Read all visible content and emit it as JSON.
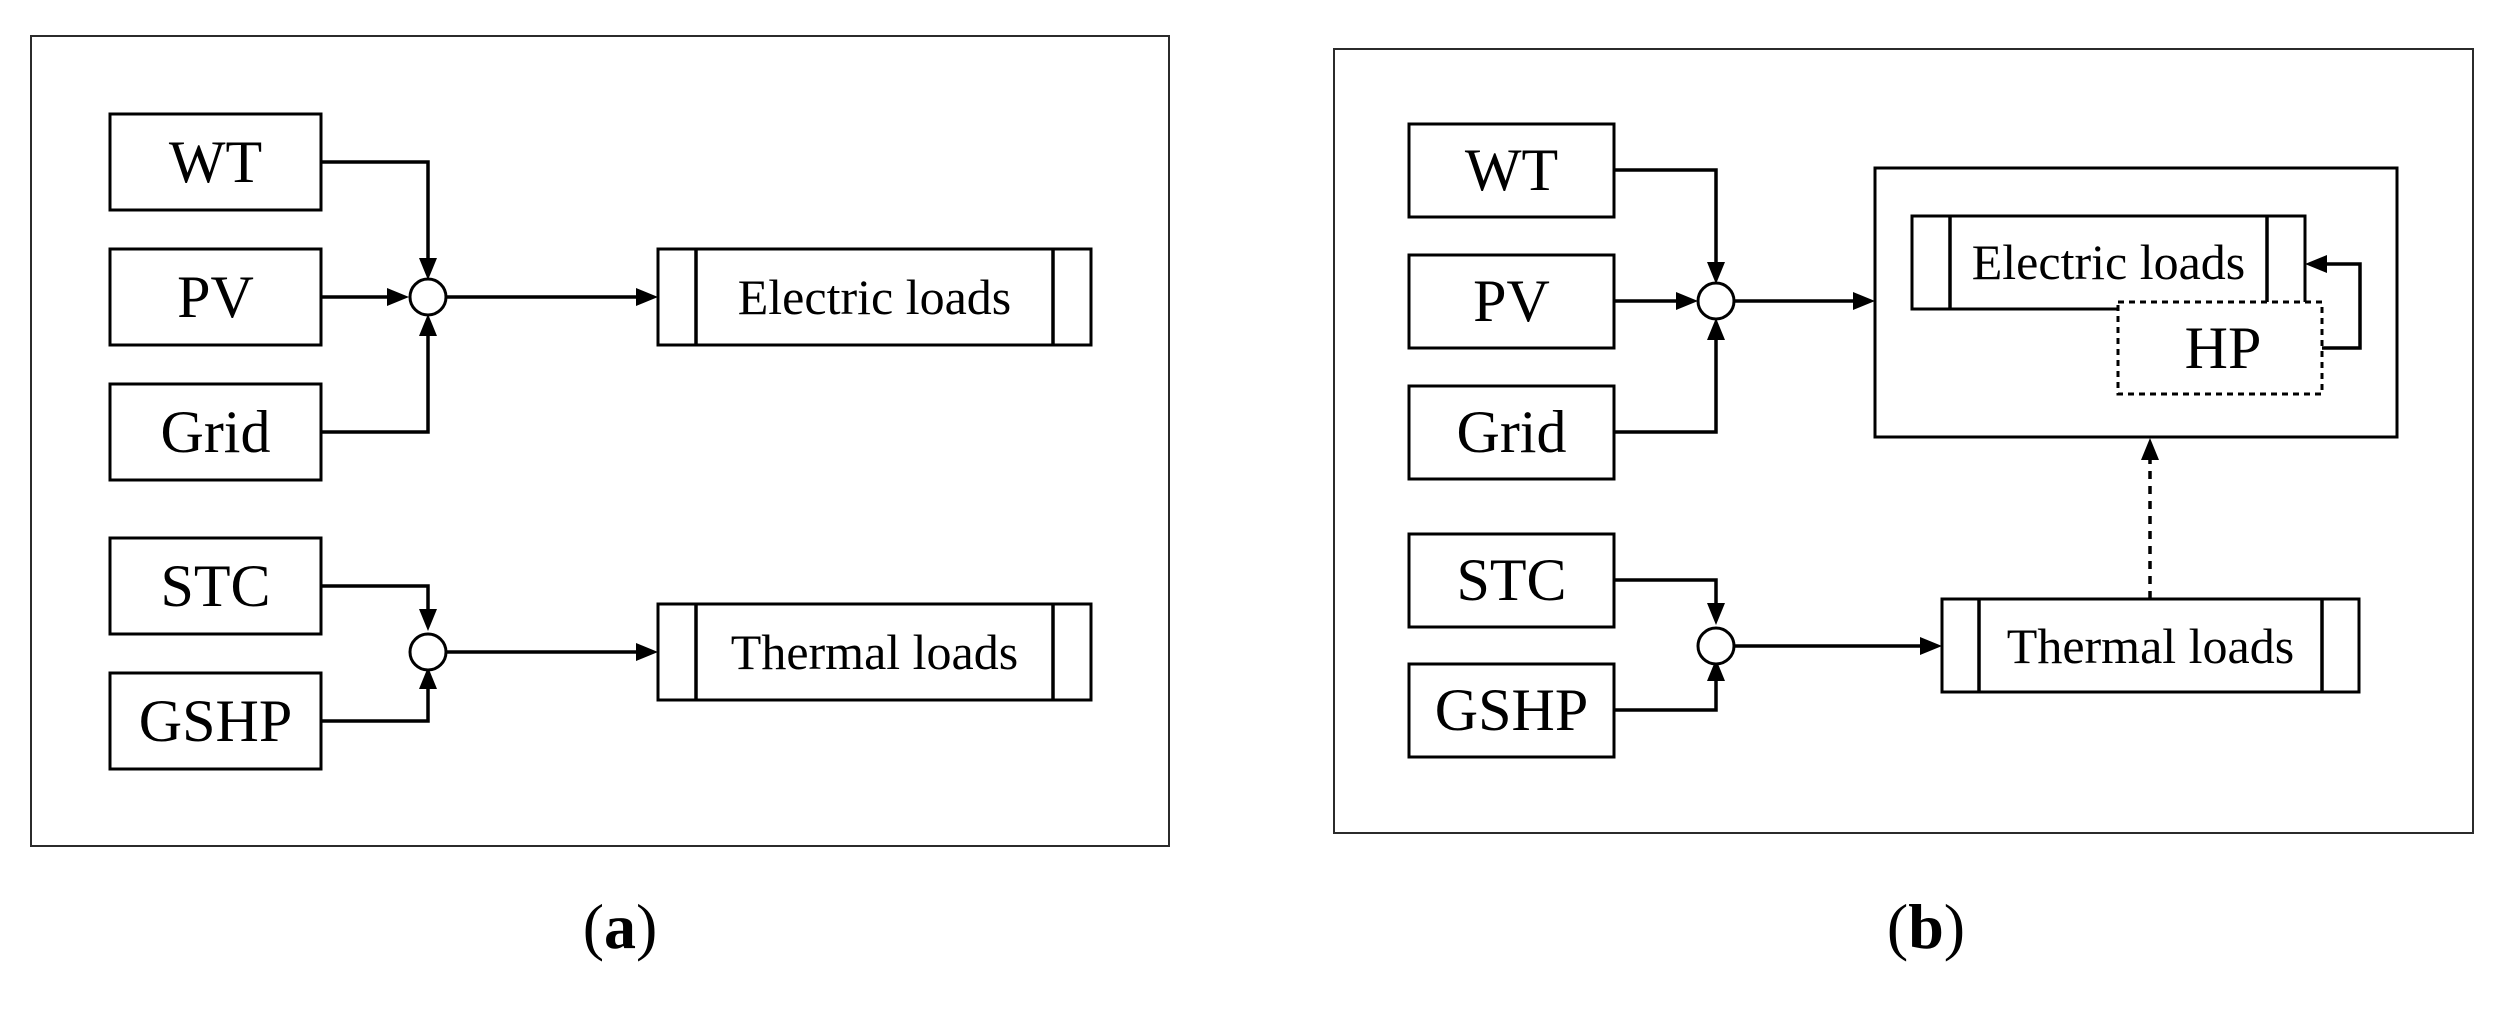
{
  "panel_a": {
    "caption_open": "(",
    "caption_letter": "a",
    "caption_close": ")",
    "sources": {
      "wt": "WT",
      "pv": "PV",
      "grid": "Grid",
      "stc": "STC",
      "gshp": "GSHP"
    },
    "loads": {
      "electric": "Electric loads",
      "thermal": "Thermal loads"
    }
  },
  "panel_b": {
    "caption_open": "(",
    "caption_letter": "b",
    "caption_close": ")",
    "sources": {
      "wt": "WT",
      "pv": "PV",
      "grid": "Grid",
      "stc": "STC",
      "gshp": "GSHP"
    },
    "loads": {
      "electric": "Electric loads",
      "thermal": "Thermal loads",
      "hp": "HP"
    }
  }
}
